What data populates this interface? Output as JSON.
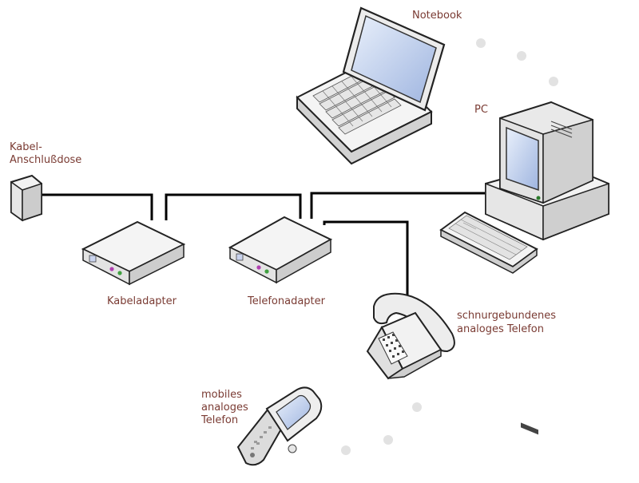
{
  "colors": {
    "label": "#7a3b33",
    "line": "#000000",
    "device_top": "#f2f2f2",
    "device_side": "#d8d8d8",
    "device_edge": "#2b2b2b",
    "screen": "#c6d6f2",
    "dots": "#e2e2e2"
  },
  "labels": {
    "notebook": "Notebook",
    "pc": "PC",
    "cable_outlet_line1": "Kabel-",
    "cable_outlet_line2": "Anschlußdose",
    "cable_adapter": "Kabeladapter",
    "phone_adapter": "Telefonadapter",
    "corded_phone_line1": "schnurgebundenes",
    "corded_phone_line2": "analoges Telefon",
    "mobile_phone_line1": "mobiles",
    "mobile_phone_line2": "analoges",
    "mobile_phone_line3": "Telefon"
  },
  "icons": {
    "notebook": "laptop-icon",
    "pc": "desktop-computer-icon",
    "cable_outlet": "wall-socket-icon",
    "cable_adapter": "modem-icon",
    "phone_adapter": "modem-icon",
    "corded_phone": "desk-phone-icon",
    "mobile_phone": "flip-phone-icon",
    "wireless": "wireless-dots-icon"
  }
}
